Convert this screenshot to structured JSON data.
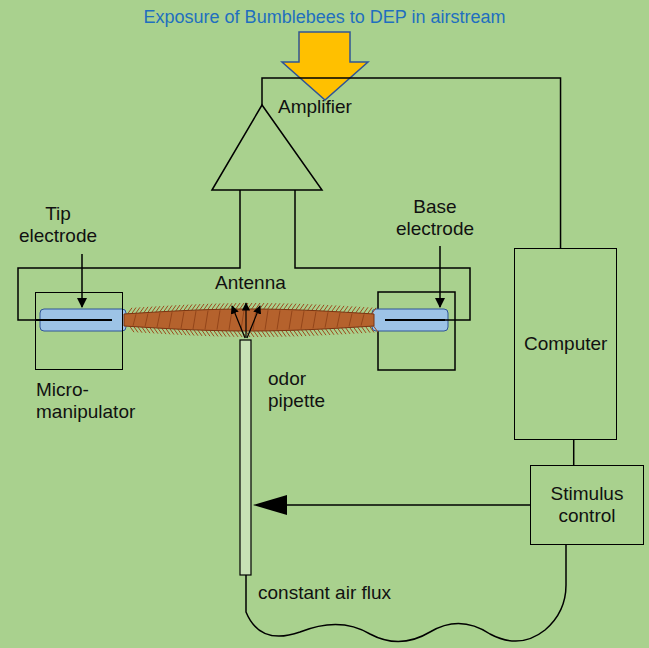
{
  "diagram": {
    "title": "Exposure of Bumblebees to DEP in airstream",
    "nodes": [
      {
        "text": [
          "Amplifier"
        ]
      },
      {
        "text": [
          "Micro- manipulator"
        ]
      },
      {
        "text": [
          "Computer"
        ]
      },
      {
        "text": [
          "Stimulus control"
        ]
      }
    ],
    "edges": [
      {
        "from": 0,
        "to": 2,
        "arrow": "none"
      },
      {
        "from": 0,
        "to": 1,
        "arrow": "none"
      },
      {
        "from": 2,
        "to": 3,
        "arrow": "none"
      }
    ],
    "labels": [
      "Tip electrode",
      "Base electrode",
      "Antenna",
      "odor pipette",
      "constant air flux"
    ]
  }
}
